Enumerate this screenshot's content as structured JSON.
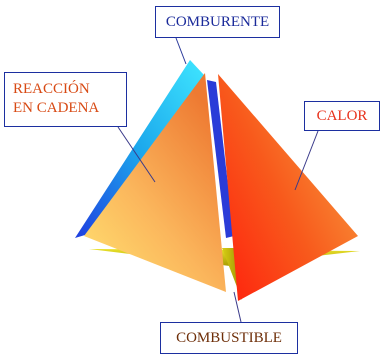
{
  "labels": {
    "comburente": "COMBURENTE",
    "reaccion_line1": "REACCIÓN",
    "reaccion_line2": "EN CADENA",
    "calor": "CALOR",
    "combustible": "COMBUSTIBLE"
  },
  "colors": {
    "label_border": "#1c2fa0",
    "comburente": "#1a2a9a",
    "reaccion": "#d84a14",
    "calor": "#e8321c",
    "combustible": "#6e2e08",
    "face_comburente": "#22c8f0",
    "face_reaccion": "#f7a84a",
    "face_calor": "#f24418",
    "face_combustible": "#c9c10a"
  }
}
